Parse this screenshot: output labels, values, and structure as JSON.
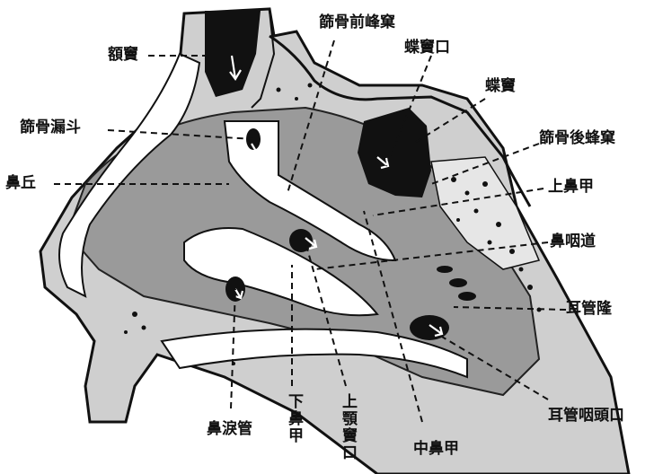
{
  "labels": {
    "frontal_sinus": "額竇",
    "anterior_ethmoid_cells": "篩骨前峰窠",
    "sphenoid_ostium": "蝶竇口",
    "sphenoid_sinus": "蝶竇",
    "ethmoid_infundibulum": "篩骨漏斗",
    "posterior_ethmoid_cells": "篩骨後蜂窠",
    "agger_nasi": "鼻丘",
    "superior_turbinate": "上鼻甲",
    "nasopharyngeal_passage": "鼻咽道",
    "torus_tubarius": "耳管隆",
    "tubal_pharyngeal_orifice": "耳管咽頭口",
    "nasolacrimal_duct": "鼻淚管",
    "inferior_turbinate": "下鼻甲",
    "maxillary_ostium": "上顎竇口",
    "middle_turbinate": "中鼻甲"
  }
}
